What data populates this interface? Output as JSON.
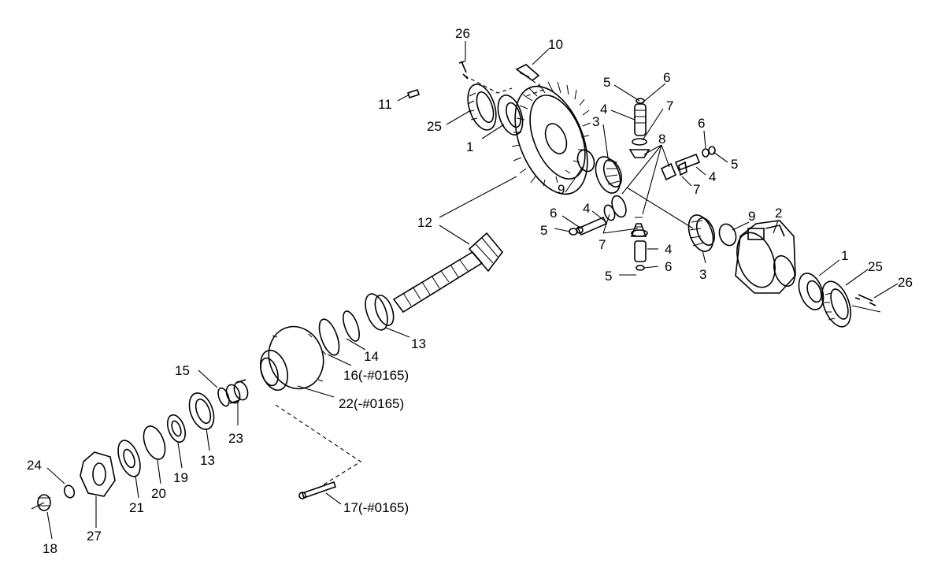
{
  "callouts": {
    "c26a": "26",
    "c10": "10",
    "c11": "11",
    "c25a": "25",
    "c1a": "1",
    "c5a": "5",
    "c6a": "6",
    "c4a": "4",
    "c7a": "7",
    "c3a": "3",
    "c8": "8",
    "c6b": "6",
    "c5b": "5",
    "c4b": "4",
    "c7b": "7",
    "c9a": "9",
    "c4c": "4",
    "c6c": "6",
    "c5c": "5",
    "c7c": "7",
    "c4d": "4",
    "c6d": "6",
    "c5d": "5",
    "c3b": "3",
    "c9b": "9",
    "c2": "2",
    "c1b": "1",
    "c25b": "25",
    "c26b": "26",
    "c12": "12",
    "c13a": "13",
    "c14": "14",
    "c16": "16(-#0165)",
    "c22": "22(-#0165)",
    "c15": "15",
    "c23": "23",
    "c13b": "13",
    "c19": "19",
    "c20": "20",
    "c21": "21",
    "c24": "24",
    "c27": "27",
    "c18": "18",
    "c17": "17(-#0165)"
  }
}
